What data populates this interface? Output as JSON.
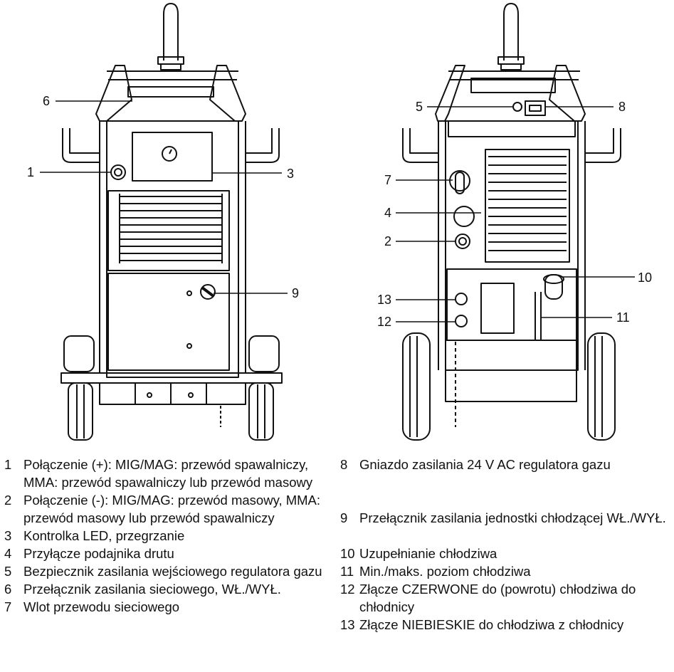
{
  "callouts": {
    "front": [
      "6",
      "1",
      "3",
      "9"
    ],
    "back": [
      "5",
      "8",
      "7",
      "4",
      "2",
      "10",
      "13",
      "11",
      "12"
    ]
  },
  "legend": {
    "left": [
      {
        "num": "1",
        "text": "Połączenie (+): MIG/MAG: przewód spawalniczy, MMA: przewód spawalniczy lub przewód masowy"
      },
      {
        "num": "2",
        "text": "Połączenie (-): MIG/MAG: przewód masowy, MMA: przewód masowy lub przewód spawalniczy"
      },
      {
        "num": "3",
        "text": "Kontrolka LED, przegrzanie"
      },
      {
        "num": "4",
        "text": "Przyłącze podajnika drutu"
      },
      {
        "num": "5",
        "text": "Bezpiecznik zasilania wejściowego regulatora gazu"
      },
      {
        "num": "6",
        "text": "Przełącznik zasilania sieciowego, WŁ./WYŁ."
      },
      {
        "num": "7",
        "text": "Wlot przewodu sieciowego"
      }
    ],
    "right": [
      {
        "num": "8",
        "text": "Gniazdo zasilania 24 V AC regulatora gazu"
      },
      {
        "num": "9",
        "text": "Przełącznik zasilania jednostki chłodzącej WŁ./WYŁ."
      },
      {
        "num": "10",
        "text": "Uzupełnianie chłodziwa"
      },
      {
        "num": "11",
        "text": "Min./maks. poziom chłodziwa"
      },
      {
        "num": "12",
        "text": "Złącze CZERWONE do (powrotu) chłodziwa do chłodnicy"
      },
      {
        "num": "13",
        "text": "Złącze NIEBIESKIE do chłodziwa z chłodnicy"
      }
    ]
  }
}
